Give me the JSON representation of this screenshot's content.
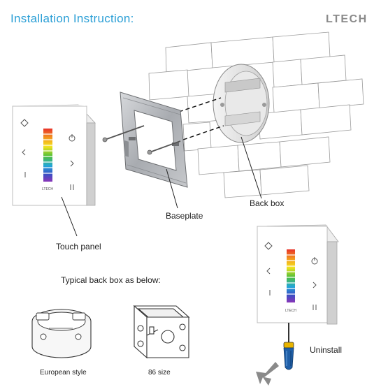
{
  "header": {
    "title": "Installation Instruction:",
    "brand": "LTECH"
  },
  "labels": {
    "touch_panel": "Touch panel",
    "baseplate": "Baseplate",
    "back_box": "Back box",
    "typical_note": "Typical back box as below:",
    "european_style": "European style",
    "size_86": "86 size",
    "uninstall": "Uninstall"
  },
  "panel_text": {
    "logo": "LTECH"
  },
  "colors": {
    "title": "#2b9fd6",
    "brand": "#8a8a8a",
    "screwdriver_handle": "#1f5fa8",
    "screwdriver_accent": "#e8b400",
    "arrow": "#7a7a7a"
  },
  "icons": [
    "power-icon",
    "left-arrow-icon",
    "right-arrow-icon",
    "pause-icon",
    "brightness-icon",
    "mode-icon"
  ]
}
